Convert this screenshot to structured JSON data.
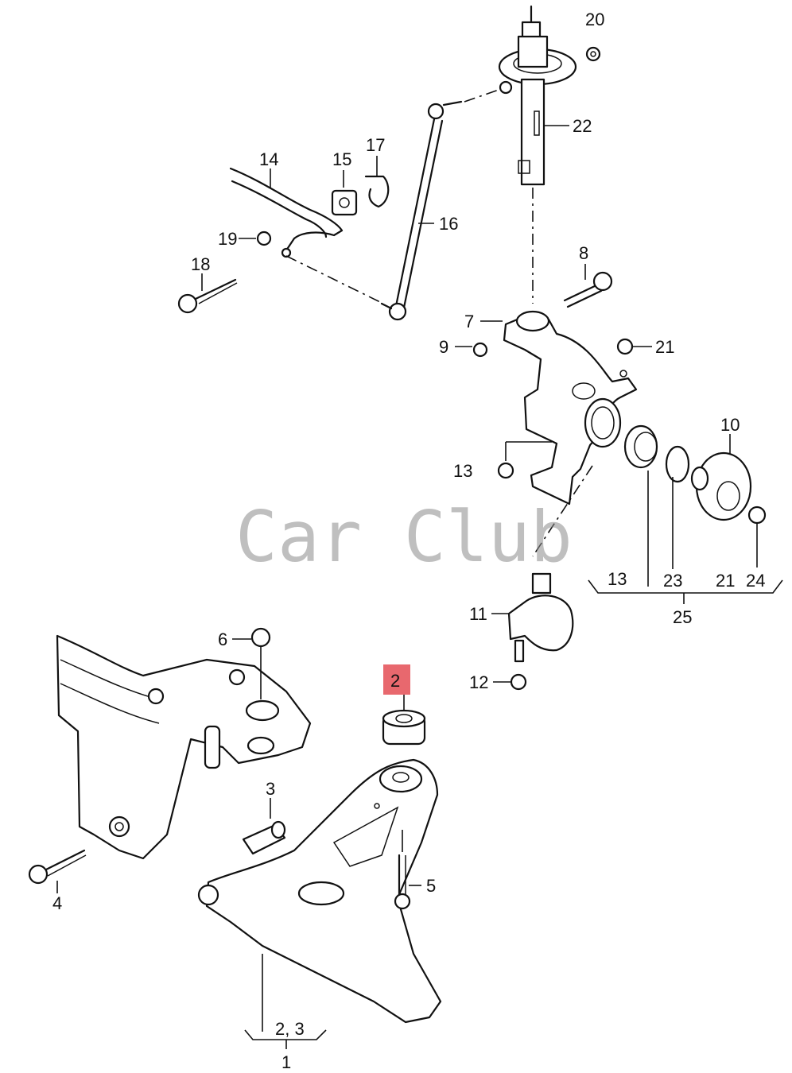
{
  "watermark": "Car Club",
  "highlight_color": "#e8686e",
  "labels": {
    "p20": "20",
    "p22": "22",
    "p14": "14",
    "p15": "15",
    "p17": "17",
    "p16": "16",
    "p19": "19",
    "p18": "18",
    "p8": "8",
    "p7": "7",
    "p9": "9",
    "p21a": "21",
    "p10": "10",
    "p13a": "13",
    "p13b": "13",
    "p23": "23",
    "p21b": "21",
    "p24": "24",
    "p25": "25",
    "p11": "11",
    "p12": "12",
    "p6": "6",
    "p2": "2",
    "p3": "3",
    "p5": "5",
    "p4": "4",
    "p23s": "2, 3",
    "p1": "1"
  }
}
